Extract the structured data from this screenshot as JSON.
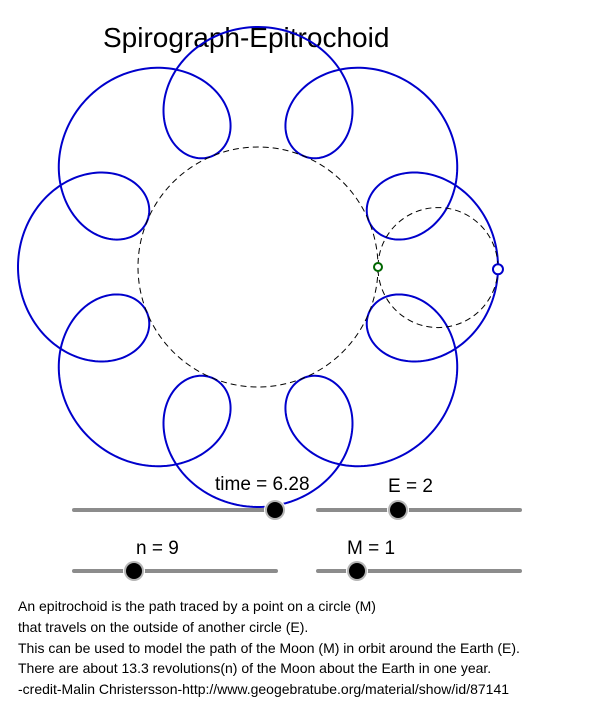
{
  "app": {
    "title": "Spirograph-Epitrochoid"
  },
  "sliders": {
    "time": {
      "label": "time = 6.28",
      "value": 6.28,
      "min": 0,
      "max": 6.5
    },
    "E": {
      "label": "E = 2",
      "value": 2,
      "min": 0,
      "max": 5
    },
    "n": {
      "label": "n = 9",
      "value": 9,
      "min": 0,
      "max": 30
    },
    "M": {
      "label": "M = 1",
      "value": 1,
      "min": 0,
      "max": 5
    }
  },
  "figure": {
    "curve_color": "#0000cc",
    "guide_color": "#000000",
    "point_color": "#006600",
    "tracer_color": "#0000cc"
  },
  "description": {
    "lines": [
      "An epitrochoid is the path traced by a point on a circle (M)",
      "that travels on the outside of another circle (E).",
      "This can be used to model the path of the Moon (M) in orbit around the Earth (E).",
      "There are about 13.3 revolutions(n) of the Moon about the Earth in one year.",
      "-credit-Malin Christersson-http://www.geogebratube.org/material/show/id/87141"
    ]
  }
}
